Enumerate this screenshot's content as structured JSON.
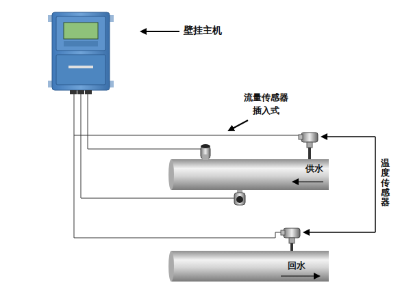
{
  "diagram": {
    "nodes": [
      {
        "text": [
          "供水"
        ]
      },
      {
        "text": [
          "回水"
        ]
      }
    ],
    "labels": [
      "壁挂主机",
      "流量传感器 插入式",
      "温度传感器"
    ]
  }
}
